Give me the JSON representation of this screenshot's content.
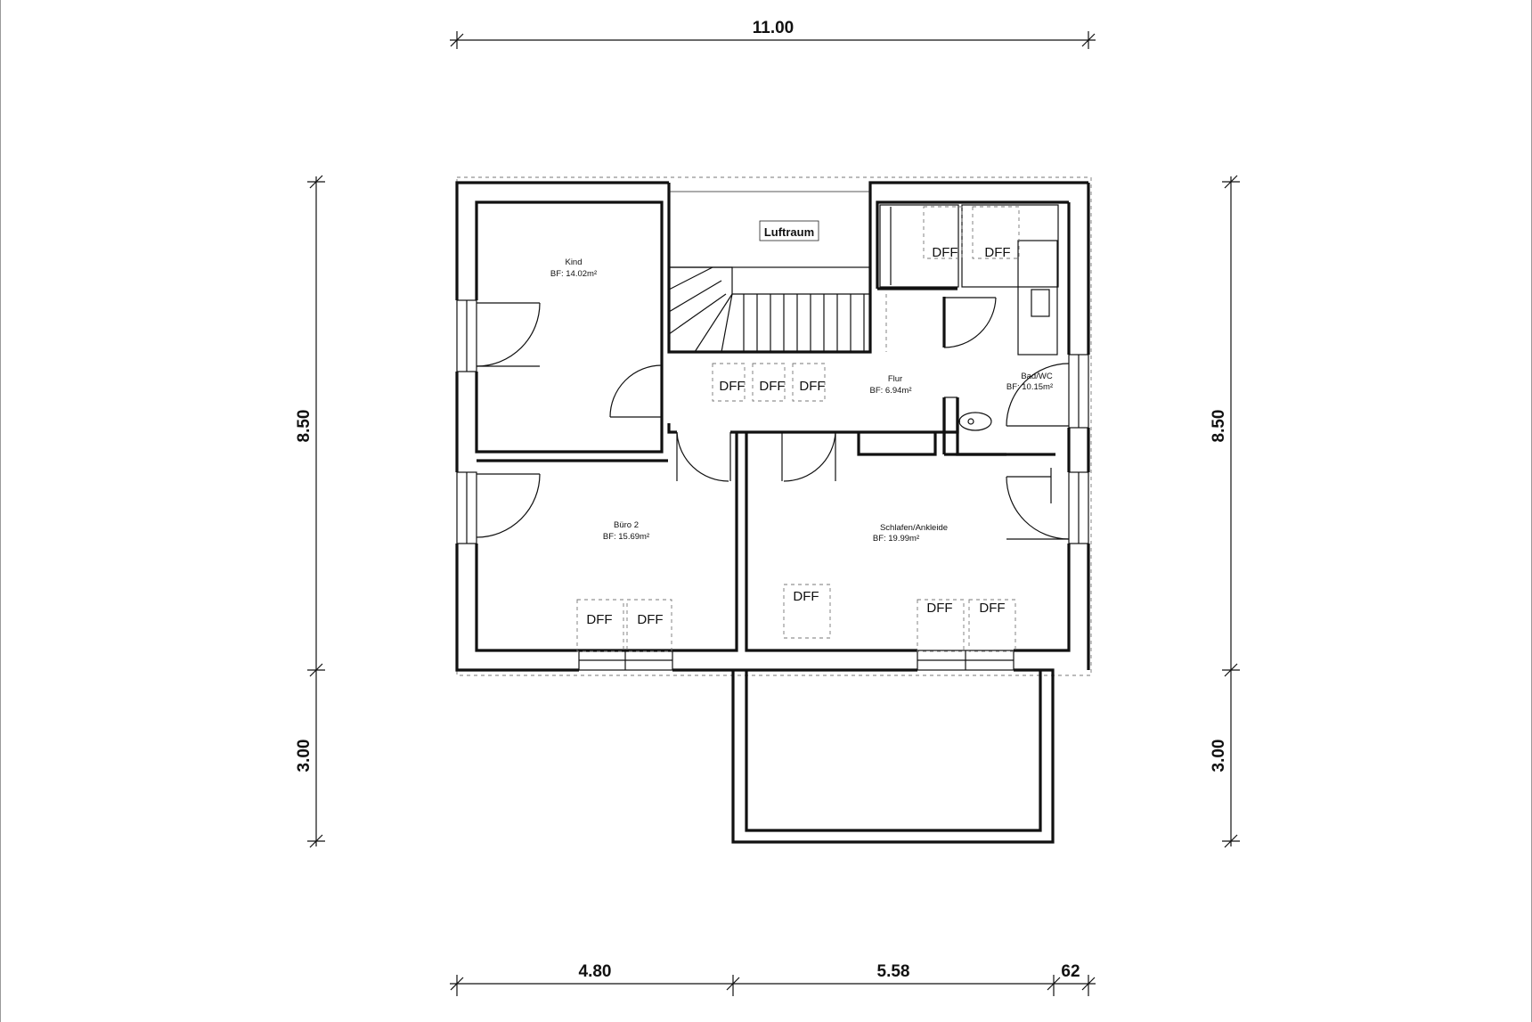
{
  "dimensions": {
    "top_total": "11.00",
    "bottom_seg1": "4.80",
    "bottom_seg2": "5.58",
    "bottom_seg3": "62",
    "left_upper": "8.50",
    "left_lower": "3.00",
    "right_upper": "8.50",
    "right_lower": "3.00"
  },
  "rooms": {
    "kind": {
      "name": "Kind",
      "area": "BF:  14.02m²"
    },
    "buero": {
      "name": "Büro 2",
      "area": "BF:  15.69m²"
    },
    "flur": {
      "name": "Flur",
      "area": "BF:  6.94m²"
    },
    "bad": {
      "name": "Bad/WC",
      "area": "BF:  10.15m²"
    },
    "schlafen": {
      "name": "Schlafen/Ankleide",
      "area": "BF:  19.99m²"
    }
  },
  "luftraum": "Luftraum",
  "window_label": "DFF"
}
